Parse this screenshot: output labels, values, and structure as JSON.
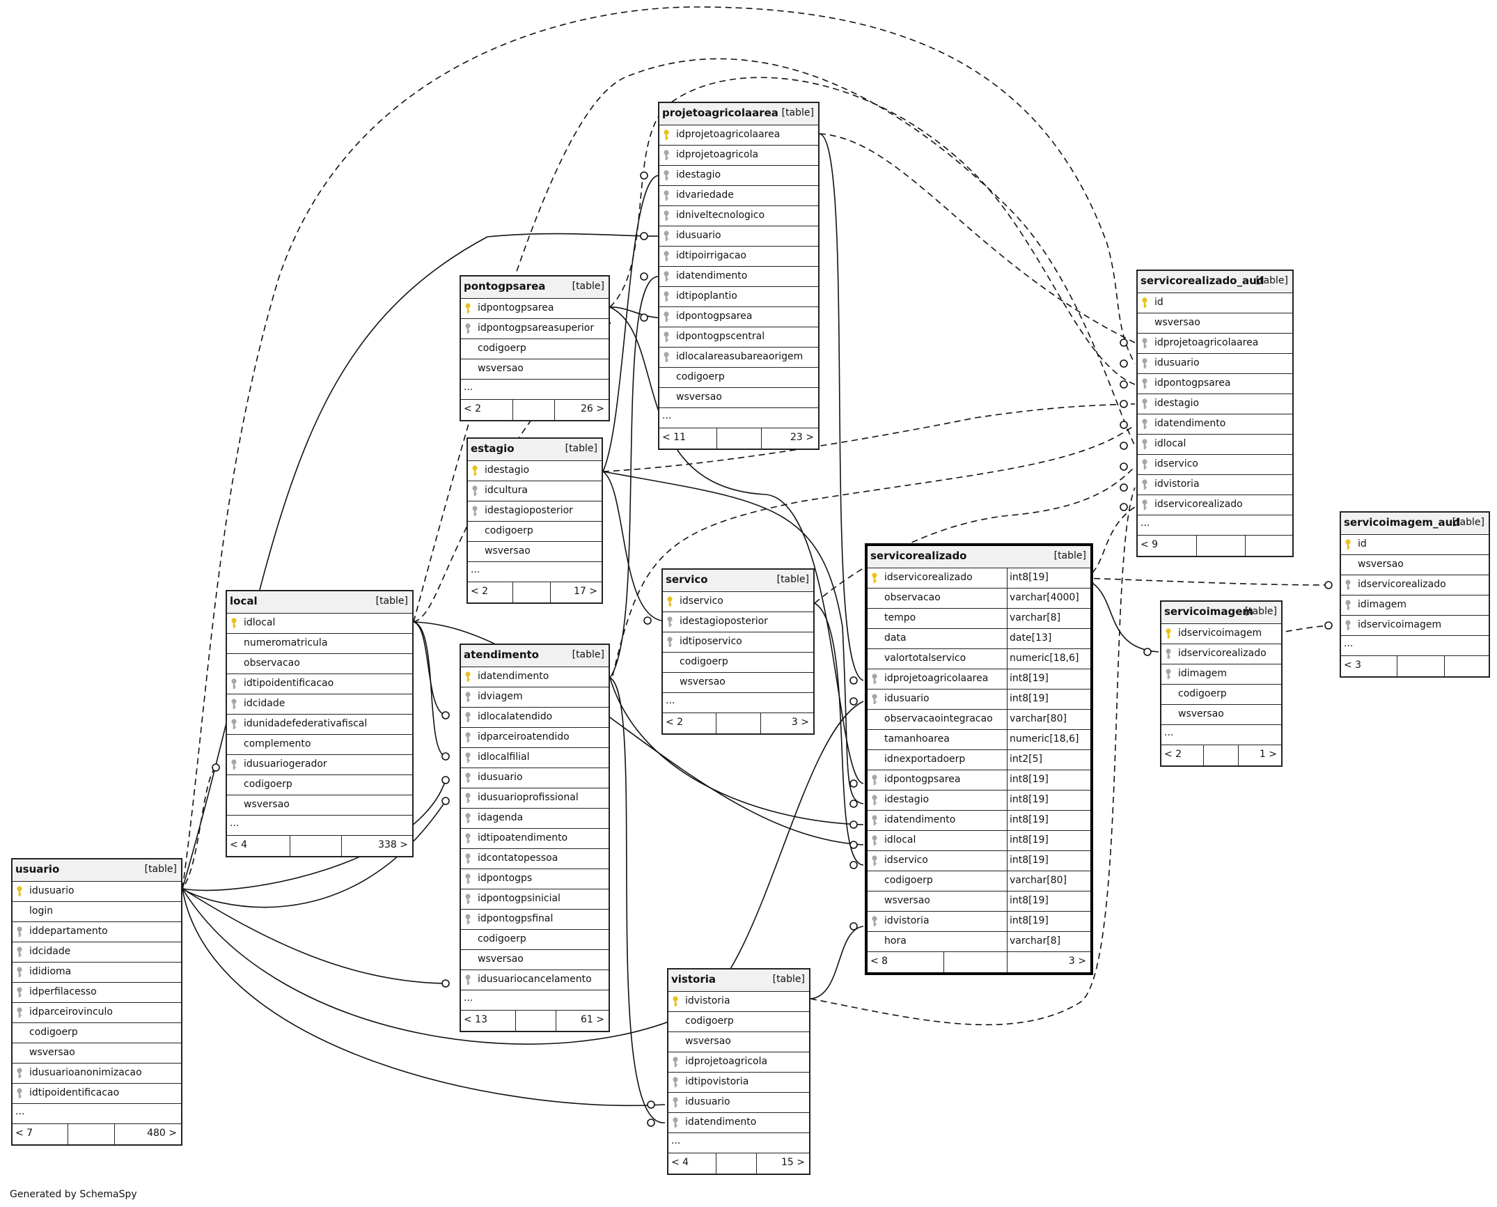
{
  "tag": "[table]",
  "credit": "Generated by SchemaSpy",
  "colors": {
    "pk_key": "#e8c21a",
    "fk_key": "#a6a6a6",
    "line": "#111111"
  },
  "tables": {
    "usuario": {
      "name": "usuario",
      "footer_left": "< 7",
      "footer_right": "480 >",
      "columns": [
        {
          "name": "idusuario",
          "key": "pk"
        },
        {
          "name": "login",
          "key": ""
        },
        {
          "name": "iddepartamento",
          "key": "fk"
        },
        {
          "name": "idcidade",
          "key": "fk"
        },
        {
          "name": "ididioma",
          "key": "fk"
        },
        {
          "name": "idperfilacesso",
          "key": "fk"
        },
        {
          "name": "idparceirovinculo",
          "key": "fk"
        },
        {
          "name": "codigoerp",
          "key": ""
        },
        {
          "name": "wsversao",
          "key": ""
        },
        {
          "name": "idusuarioanonimizacao",
          "key": "fk"
        },
        {
          "name": "idtipoidentificacao",
          "key": "fk"
        },
        {
          "name": "...",
          "key": ""
        }
      ]
    },
    "local": {
      "name": "local",
      "footer_left": "< 4",
      "footer_right": "338 >",
      "columns": [
        {
          "name": "idlocal",
          "key": "pk"
        },
        {
          "name": "numeromatricula",
          "key": ""
        },
        {
          "name": "observacao",
          "key": ""
        },
        {
          "name": "idtipoidentificacao",
          "key": "fk"
        },
        {
          "name": "idcidade",
          "key": "fk"
        },
        {
          "name": "idunidadefederativafiscal",
          "key": "fk"
        },
        {
          "name": "complemento",
          "key": ""
        },
        {
          "name": "idusuariogerador",
          "key": "fk"
        },
        {
          "name": "codigoerp",
          "key": ""
        },
        {
          "name": "wsversao",
          "key": ""
        },
        {
          "name": "...",
          "key": ""
        }
      ]
    },
    "pontogpsarea": {
      "name": "pontogpsarea",
      "footer_left": "< 2",
      "footer_right": "26 >",
      "columns": [
        {
          "name": "idpontogpsarea",
          "key": "pk"
        },
        {
          "name": "idpontogpsareasuperior",
          "key": "fk"
        },
        {
          "name": "codigoerp",
          "key": ""
        },
        {
          "name": "wsversao",
          "key": ""
        },
        {
          "name": "...",
          "key": ""
        }
      ]
    },
    "estagio": {
      "name": "estagio",
      "footer_left": "< 2",
      "footer_right": "17 >",
      "columns": [
        {
          "name": "idestagio",
          "key": "pk"
        },
        {
          "name": "idcultura",
          "key": "fk"
        },
        {
          "name": "idestagioposterior",
          "key": "fk"
        },
        {
          "name": "codigoerp",
          "key": ""
        },
        {
          "name": "wsversao",
          "key": ""
        },
        {
          "name": "...",
          "key": ""
        }
      ]
    },
    "atendimento": {
      "name": "atendimento",
      "footer_left": "< 13",
      "footer_right": "61 >",
      "columns": [
        {
          "name": "idatendimento",
          "key": "pk"
        },
        {
          "name": "idviagem",
          "key": "fk"
        },
        {
          "name": "idlocalatendido",
          "key": "fk"
        },
        {
          "name": "idparceiroatendido",
          "key": "fk"
        },
        {
          "name": "idlocalfilial",
          "key": "fk"
        },
        {
          "name": "idusuario",
          "key": "fk"
        },
        {
          "name": "idusuarioprofissional",
          "key": "fk"
        },
        {
          "name": "idagenda",
          "key": "fk"
        },
        {
          "name": "idtipoatendimento",
          "key": "fk"
        },
        {
          "name": "idcontatopessoa",
          "key": "fk"
        },
        {
          "name": "idpontogps",
          "key": "fk"
        },
        {
          "name": "idpontogpsinicial",
          "key": "fk"
        },
        {
          "name": "idpontogpsfinal",
          "key": "fk"
        },
        {
          "name": "codigoerp",
          "key": ""
        },
        {
          "name": "wsversao",
          "key": ""
        },
        {
          "name": "idusuariocancelamento",
          "key": "fk"
        },
        {
          "name": "...",
          "key": ""
        }
      ]
    },
    "projetoagricolaarea": {
      "name": "projetoagricolaarea",
      "footer_left": "< 11",
      "footer_right": "23 >",
      "columns": [
        {
          "name": "idprojetoagricolaarea",
          "key": "pk"
        },
        {
          "name": "idprojetoagricola",
          "key": "fk"
        },
        {
          "name": "idestagio",
          "key": "fk"
        },
        {
          "name": "idvariedade",
          "key": "fk"
        },
        {
          "name": "idniveltecnologico",
          "key": "fk"
        },
        {
          "name": "idusuario",
          "key": "fk"
        },
        {
          "name": "idtipoirrigacao",
          "key": "fk"
        },
        {
          "name": "idatendimento",
          "key": "fk"
        },
        {
          "name": "idtipoplantio",
          "key": "fk"
        },
        {
          "name": "idpontogpsarea",
          "key": "fk"
        },
        {
          "name": "idpontogpscentral",
          "key": "fk"
        },
        {
          "name": "idlocalareasubareaorigem",
          "key": "fk"
        },
        {
          "name": "codigoerp",
          "key": ""
        },
        {
          "name": "wsversao",
          "key": ""
        },
        {
          "name": "...",
          "key": ""
        }
      ]
    },
    "servico": {
      "name": "servico",
      "footer_left": "< 2",
      "footer_right": "3 >",
      "columns": [
        {
          "name": "idservico",
          "key": "pk"
        },
        {
          "name": "idestagioposterior",
          "key": "fk"
        },
        {
          "name": "idtiposervico",
          "key": "fk"
        },
        {
          "name": "codigoerp",
          "key": ""
        },
        {
          "name": "wsversao",
          "key": ""
        },
        {
          "name": "...",
          "key": ""
        }
      ]
    },
    "vistoria": {
      "name": "vistoria",
      "footer_left": "< 4",
      "footer_right": "15 >",
      "columns": [
        {
          "name": "idvistoria",
          "key": "pk"
        },
        {
          "name": "codigoerp",
          "key": ""
        },
        {
          "name": "wsversao",
          "key": ""
        },
        {
          "name": "idprojetoagricola",
          "key": "fk"
        },
        {
          "name": "idtipovistoria",
          "key": "fk"
        },
        {
          "name": "idusuario",
          "key": "fk"
        },
        {
          "name": "idatendimento",
          "key": "fk"
        },
        {
          "name": "...",
          "key": ""
        }
      ]
    },
    "servicorealizado": {
      "name": "servicorealizado",
      "footer_left": "< 8",
      "footer_right": "3 >",
      "columns": [
        {
          "name": "idservicorealizado",
          "type": "int8[19]",
          "key": "pk"
        },
        {
          "name": "observacao",
          "type": "varchar[4000]",
          "key": ""
        },
        {
          "name": "tempo",
          "type": "varchar[8]",
          "key": ""
        },
        {
          "name": "data",
          "type": "date[13]",
          "key": ""
        },
        {
          "name": "valortotalservico",
          "type": "numeric[18,6]",
          "key": ""
        },
        {
          "name": "idprojetoagricolaarea",
          "type": "int8[19]",
          "key": "fk"
        },
        {
          "name": "idusuario",
          "type": "int8[19]",
          "key": "fk"
        },
        {
          "name": "observacaointegracao",
          "type": "varchar[80]",
          "key": ""
        },
        {
          "name": "tamanhoarea",
          "type": "numeric[18,6]",
          "key": ""
        },
        {
          "name": "idnexportadoerp",
          "type": "int2[5]",
          "key": ""
        },
        {
          "name": "idpontogpsarea",
          "type": "int8[19]",
          "key": "fk"
        },
        {
          "name": "idestagio",
          "type": "int8[19]",
          "key": "fk"
        },
        {
          "name": "idatendimento",
          "type": "int8[19]",
          "key": "fk"
        },
        {
          "name": "idlocal",
          "type": "int8[19]",
          "key": "fk"
        },
        {
          "name": "idservico",
          "type": "int8[19]",
          "key": "fk"
        },
        {
          "name": "codigoerp",
          "type": "varchar[80]",
          "key": ""
        },
        {
          "name": "wsversao",
          "type": "int8[19]",
          "key": ""
        },
        {
          "name": "idvistoria",
          "type": "int8[19]",
          "key": "fk"
        },
        {
          "name": "hora",
          "type": "varchar[8]",
          "key": ""
        }
      ]
    },
    "servicorealizado_aud": {
      "name": "servicorealizado_aud",
      "footer_left": "< 9",
      "footer_right": "",
      "columns": [
        {
          "name": "id",
          "key": "pk"
        },
        {
          "name": "wsversao",
          "key": ""
        },
        {
          "name": "idprojetoagricolaarea",
          "key": "fk"
        },
        {
          "name": "idusuario",
          "key": "fk"
        },
        {
          "name": "idpontogpsarea",
          "key": "fk"
        },
        {
          "name": "idestagio",
          "key": "fk"
        },
        {
          "name": "idatendimento",
          "key": "fk"
        },
        {
          "name": "idlocal",
          "key": "fk"
        },
        {
          "name": "idservico",
          "key": "fk"
        },
        {
          "name": "idvistoria",
          "key": "fk"
        },
        {
          "name": "idservicorealizado",
          "key": "fk"
        },
        {
          "name": "...",
          "key": ""
        }
      ]
    },
    "servicoimagem": {
      "name": "servicoimagem",
      "footer_left": "< 2",
      "footer_right": "1 >",
      "columns": [
        {
          "name": "idservicoimagem",
          "key": "pk"
        },
        {
          "name": "idservicorealizado",
          "key": "fk"
        },
        {
          "name": "idimagem",
          "key": "fk"
        },
        {
          "name": "codigoerp",
          "key": ""
        },
        {
          "name": "wsversao",
          "key": ""
        },
        {
          "name": "...",
          "key": ""
        }
      ]
    },
    "servicoimagem_aud": {
      "name": "servicoimagem_aud",
      "footer_left": "< 3",
      "footer_right": "",
      "columns": [
        {
          "name": "id",
          "key": "pk"
        },
        {
          "name": "wsversao",
          "key": ""
        },
        {
          "name": "idservicorealizado",
          "key": "fk"
        },
        {
          "name": "idimagem",
          "key": "fk"
        },
        {
          "name": "idservicoimagem",
          "key": "fk"
        },
        {
          "name": "...",
          "key": ""
        }
      ]
    }
  },
  "relationships": [
    {
      "from": "local.idusuariogerador",
      "to": "usuario.idusuario",
      "style": "dashed"
    },
    {
      "from": "atendimento.idusuario",
      "to": "usuario.idusuario",
      "style": "solid"
    },
    {
      "from": "atendimento.idusuarioprofissional",
      "to": "usuario.idusuario",
      "style": "solid"
    },
    {
      "from": "atendimento.idusuariocancelamento",
      "to": "usuario.idusuario",
      "style": "solid"
    },
    {
      "from": "atendimento.idlocalatendido",
      "to": "local.idlocal",
      "style": "solid"
    },
    {
      "from": "atendimento.idlocalfilial",
      "to": "local.idlocal",
      "style": "solid"
    },
    {
      "from": "projetoagricolaarea.idusuario",
      "to": "usuario.idusuario",
      "style": "solid"
    },
    {
      "from": "projetoagricolaarea.idestagio",
      "to": "estagio.idestagio",
      "style": "solid"
    },
    {
      "from": "projetoagricolaarea.idatendimento",
      "to": "atendimento.idatendimento",
      "style": "solid"
    },
    {
      "from": "projetoagricolaarea.idpontogpsarea",
      "to": "pontogpsarea.idpontogpsarea",
      "style": "solid"
    },
    {
      "from": "servico.idestagioposterior",
      "to": "estagio.idestagio",
      "style": "solid"
    },
    {
      "from": "vistoria.idusuario",
      "to": "usuario.idusuario",
      "style": "solid"
    },
    {
      "from": "vistoria.idatendimento",
      "to": "atendimento.idatendimento",
      "style": "solid"
    },
    {
      "from": "servicorealizado.idprojetoagricolaarea",
      "to": "projetoagricolaarea.idprojetoagricolaarea",
      "style": "solid"
    },
    {
      "from": "servicorealizado.idusuario",
      "to": "usuario.idusuario",
      "style": "solid"
    },
    {
      "from": "servicorealizado.idpontogpsarea",
      "to": "pontogpsarea.idpontogpsarea",
      "style": "solid"
    },
    {
      "from": "servicorealizado.idestagio",
      "to": "estagio.idestagio",
      "style": "solid"
    },
    {
      "from": "servicorealizado.idatendimento",
      "to": "atendimento.idatendimento",
      "style": "solid"
    },
    {
      "from": "servicorealizado.idlocal",
      "to": "local.idlocal",
      "style": "solid"
    },
    {
      "from": "servicorealizado.idservico",
      "to": "servico.idservico",
      "style": "solid"
    },
    {
      "from": "servicorealizado.idvistoria",
      "to": "vistoria.idvistoria",
      "style": "solid"
    },
    {
      "from": "servicoimagem.idservicorealizado",
      "to": "servicorealizado.idservicorealizado",
      "style": "solid"
    },
    {
      "from": "servicoimagem_aud.idservicoimagem",
      "to": "servicoimagem.idservicoimagem",
      "style": "dashed"
    },
    {
      "from": "servicoimagem_aud.idservicorealizado",
      "to": "servicorealizado.idservicorealizado",
      "style": "dashed"
    },
    {
      "from": "servicorealizado_aud.idprojetoagricolaarea",
      "to": "projetoagricolaarea.idprojetoagricolaarea",
      "style": "dashed"
    },
    {
      "from": "servicorealizado_aud.idusuario",
      "to": "usuario.idusuario",
      "style": "dashed"
    },
    {
      "from": "servicorealizado_aud.idpontogpsarea",
      "to": "pontogpsarea.idpontogpsarea",
      "style": "dashed"
    },
    {
      "from": "servicorealizado_aud.idestagio",
      "to": "estagio.idestagio",
      "style": "dashed"
    },
    {
      "from": "servicorealizado_aud.idatendimento",
      "to": "atendimento.idatendimento",
      "style": "dashed"
    },
    {
      "from": "servicorealizado_aud.idlocal",
      "to": "local.idlocal",
      "style": "dashed"
    },
    {
      "from": "servicorealizado_aud.idservico",
      "to": "servico.idservico",
      "style": "dashed"
    },
    {
      "from": "servicorealizado_aud.idvistoria",
      "to": "vistoria.idvistoria",
      "style": "dashed"
    },
    {
      "from": "servicorealizado_aud.idservicorealizado",
      "to": "servicorealizado.idservicorealizado",
      "style": "dashed"
    }
  ]
}
